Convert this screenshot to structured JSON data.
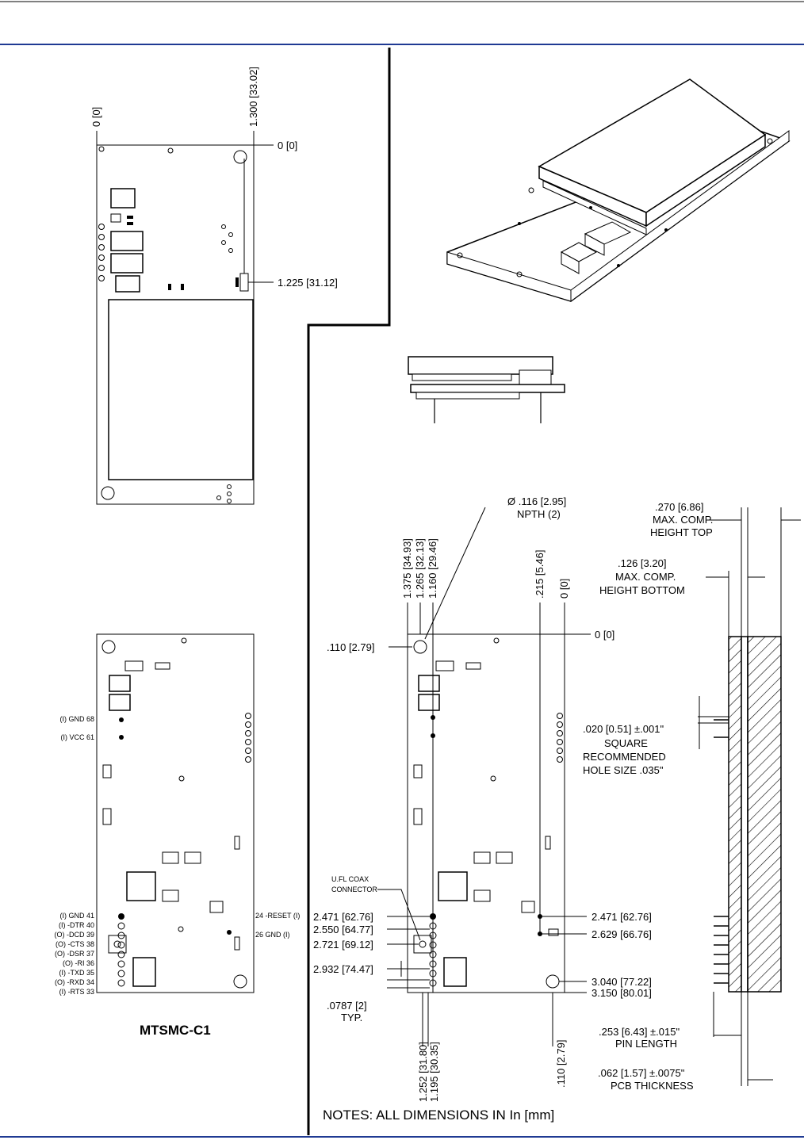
{
  "top_view": {
    "x_zero": "0 [0]",
    "x_max": "1.300 [33.02]",
    "y_zero": "0 [0]",
    "y_conn": "1.225 [31.12]"
  },
  "pinout": {
    "title": "MTSMC-C1",
    "left_pins": [
      "(I) GND 68",
      "(I) VCC 61",
      "(I) GND 41",
      "(I) -DTR 40",
      "(O) -DCD 39",
      "(O) -CTS 38",
      "(O) -DSR 37",
      "(O) -RI 36",
      "(I) -TXD 35",
      "(O) -RXD 34",
      "(I) -RTS 33"
    ],
    "right_pins": [
      "24 -RESET (I)",
      "26 GND (I)"
    ]
  },
  "bottom_view": {
    "npth": "Ø .116 [2.95]",
    "npth_count": "NPTH (2)",
    "top_cols": [
      "1.375 [34.93]",
      "1.265 [32.13]",
      "1.160 [29.46]",
      ".215 [5.46]",
      "0 [0]"
    ],
    "hole_offset": ".110 [2.79]",
    "y_zero": "0 [0]",
    "ufl": [
      "U.FL COAX",
      "CONNECTOR"
    ],
    "left_dims": [
      "2.471 [62.76]",
      "2.550 [64.77]",
      "2.721 [69.12]",
      "2.932 [74.47]"
    ],
    "pitch": [
      ".0787 [2]",
      "TYP."
    ],
    "right_dims": [
      "2.471 [62.76]",
      "2.629 [66.76]",
      "3.040 [77.22]",
      "3.150 [80.01]"
    ],
    "bottom_cols": [
      "1.252 [31.80]",
      "1.195 [30.35]",
      ".110 [2.79]"
    ]
  },
  "side_view": {
    "top_height": [
      ".270 [6.86]",
      "MAX. COMP.",
      "HEIGHT TOP"
    ],
    "bottom_height": [
      ".126 [3.20]",
      "MAX. COMP.",
      "HEIGHT BOTTOM"
    ],
    "square": [
      ".020 [0.51] ±.001\"",
      "SQUARE",
      "RECOMMENDED",
      "HOLE SIZE .035\""
    ],
    "pin_length": [
      ".253 [6.43]  ±.015\"",
      "PIN LENGTH"
    ],
    "pcb_thickness": [
      ".062 [1.57]  ±.0075\"",
      "PCB THICKNESS"
    ]
  },
  "notes": "NOTES: ALL DIMENSIONS IN In [mm]",
  "colors": {
    "header_rule": "#1f3a93",
    "ink": "#000000"
  }
}
